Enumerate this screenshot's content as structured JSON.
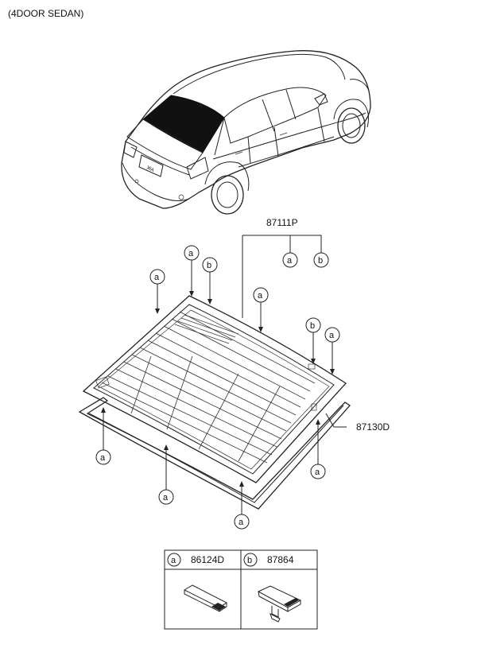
{
  "header": {
    "variant": "(4DOOR SEDAN)"
  },
  "parts": {
    "glass_assy": "87111P",
    "molding": "87130D"
  },
  "callouts": {
    "a": "a",
    "b": "b"
  },
  "legend": {
    "items": [
      {
        "key": "a",
        "part_no": "86124D"
      },
      {
        "key": "b",
        "part_no": "87864"
      }
    ]
  },
  "colors": {
    "ink": "#222222",
    "glass_fill": "#111111",
    "background": "#ffffff"
  }
}
